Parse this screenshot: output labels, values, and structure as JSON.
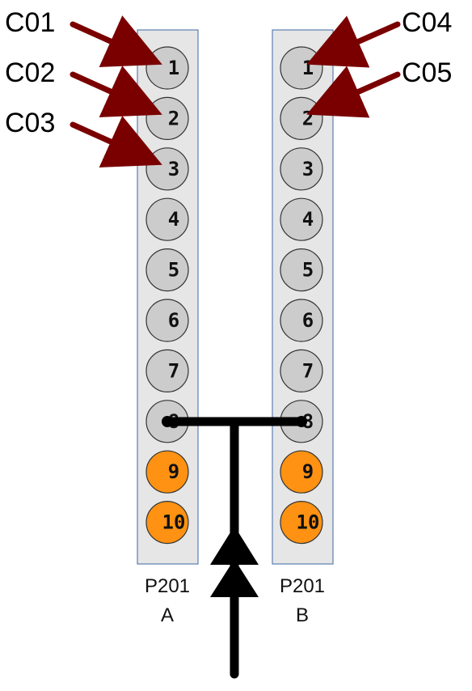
{
  "colors": {
    "strip_fill": "#e6e6e6",
    "strip_border": "#5b7fb0",
    "pin_default": "#cccccc",
    "pin_highlight": "#ff9212",
    "pin_stroke": "#333333",
    "callout_arrow": "#7a0000",
    "connector": "#000000"
  },
  "strips": [
    {
      "id": "A",
      "name": "P201",
      "suffix": "A",
      "pins": [
        {
          "label": "1",
          "state": "default"
        },
        {
          "label": "2",
          "state": "default"
        },
        {
          "label": "3",
          "state": "default"
        },
        {
          "label": "4",
          "state": "default"
        },
        {
          "label": "5",
          "state": "default"
        },
        {
          "label": "6",
          "state": "default"
        },
        {
          "label": "7",
          "state": "default"
        },
        {
          "label": "8",
          "state": "connected"
        },
        {
          "label": "9",
          "state": "highlight"
        },
        {
          "label": "10",
          "state": "highlight"
        }
      ]
    },
    {
      "id": "B",
      "name": "P201",
      "suffix": "B",
      "pins": [
        {
          "label": "1",
          "state": "default"
        },
        {
          "label": "2",
          "state": "default"
        },
        {
          "label": "3",
          "state": "default"
        },
        {
          "label": "4",
          "state": "default"
        },
        {
          "label": "5",
          "state": "default"
        },
        {
          "label": "6",
          "state": "default"
        },
        {
          "label": "7",
          "state": "default"
        },
        {
          "label": "8",
          "state": "connected"
        },
        {
          "label": "9",
          "state": "highlight"
        },
        {
          "label": "10",
          "state": "highlight"
        }
      ]
    }
  ],
  "callouts": [
    {
      "label": "C01",
      "strip": "A",
      "pin": 1
    },
    {
      "label": "C02",
      "strip": "A",
      "pin": 2
    },
    {
      "label": "C03",
      "strip": "A",
      "pin": 3
    },
    {
      "label": "C04",
      "strip": "B",
      "pin": 1
    },
    {
      "label": "C05",
      "strip": "B",
      "pin": 2
    }
  ],
  "connector": {
    "from_strip": "A",
    "to_strip": "B",
    "pin": 8,
    "direction": "up",
    "arrowheads": 2
  }
}
